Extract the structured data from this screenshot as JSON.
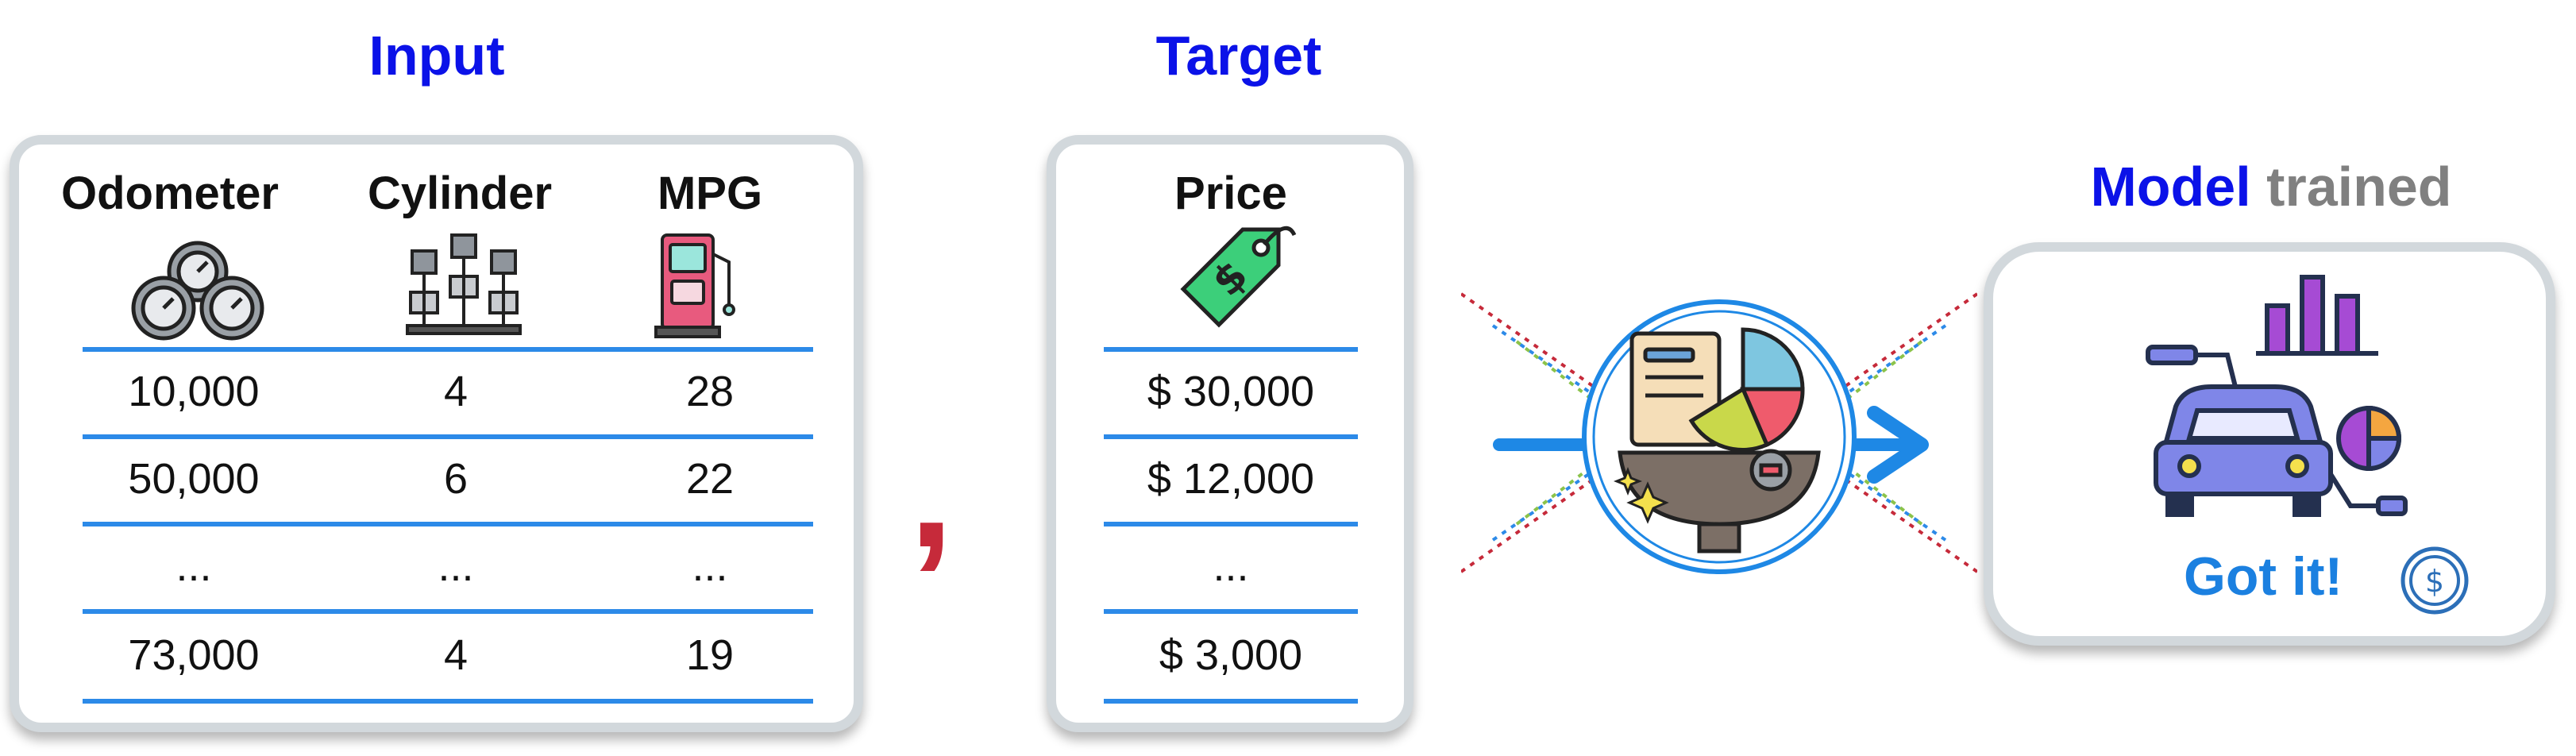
{
  "input": {
    "title": "Input",
    "columns": [
      "Odometer",
      "Cylinder",
      "MPG"
    ],
    "rows": [
      [
        "10,000",
        "4",
        "28"
      ],
      [
        "50,000",
        "6",
        "22"
      ],
      [
        "...",
        "...",
        "..."
      ],
      [
        "73,000",
        "4",
        "19"
      ]
    ]
  },
  "separator": ",",
  "target": {
    "title": "Target",
    "column": "Price",
    "rows": [
      "$ 30,000",
      "$ 12,000",
      "...",
      "$ 3,000"
    ]
  },
  "model": {
    "title_strong": "Model",
    "title_rest": "trained",
    "status": "Got it!"
  },
  "colors": {
    "heading": "#0b12e8",
    "rule": "#2c8ae8",
    "arrow": "#1e88e5",
    "trained_gray": "#808080",
    "status": "#1b80e0",
    "separator": "#c62a3a"
  },
  "icons": [
    "odometer-icon",
    "engine-cylinder-icon",
    "fuel-pump-icon",
    "price-tag-icon",
    "model-bowl-icon",
    "car-analytics-icon",
    "dollar-coin-icon"
  ]
}
